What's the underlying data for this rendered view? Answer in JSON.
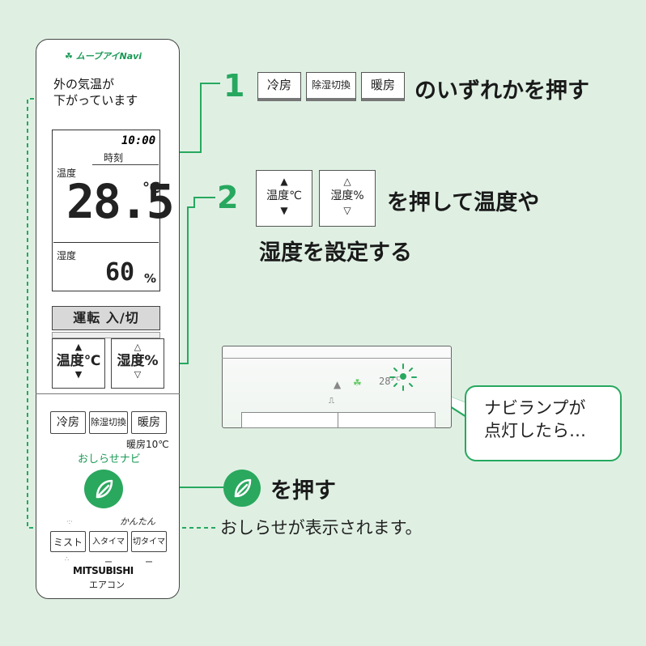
{
  "remote": {
    "brand": "ムーブアイNavi",
    "notice_line1": "外の気温が",
    "notice_line2": "下がっています",
    "lcd": {
      "clock": "10:00",
      "clock_label": "時刻",
      "temp_label": "温度",
      "temp_value": "28.5",
      "temp_unit": "℃",
      "humidity_label": "湿度",
      "humidity_value": "60",
      "humidity_unit": "%"
    },
    "power_button": "運転 入/切",
    "temp_button": "温度℃",
    "humidity_button": "湿度%",
    "mode_buttons": [
      "冷房",
      "除湿切換",
      "暖房"
    ],
    "heat_sub_label": "暖房10℃",
    "navi_label": "おしらせナビ",
    "kantan_label": "かんたん",
    "bottom_buttons": [
      "ミスト",
      "入タイマー",
      "切タイマー"
    ],
    "maker": "MITSUBISHI",
    "product": "エアコン"
  },
  "steps": {
    "step1": {
      "number": "1",
      "buttons": [
        "冷房",
        "除湿切換",
        "暖房"
      ],
      "text": "のいずれかを押す"
    },
    "step2": {
      "number": "2",
      "buttons": [
        "温度℃",
        "湿度%"
      ],
      "text_line1": "を押して温度や",
      "text_line2": "湿度を設定する"
    },
    "step3": {
      "text": "を押す"
    }
  },
  "unit": {
    "display_temp": "28",
    "display_unit": "5℃",
    "callout_line1": "ナビランプが",
    "callout_line2": "点灯したら…"
  },
  "result_note": "おしらせが表示されます。",
  "colors": {
    "background": "#dff0e3",
    "accent_green": "#27a85f",
    "leaf_button": "#2aa85e"
  }
}
